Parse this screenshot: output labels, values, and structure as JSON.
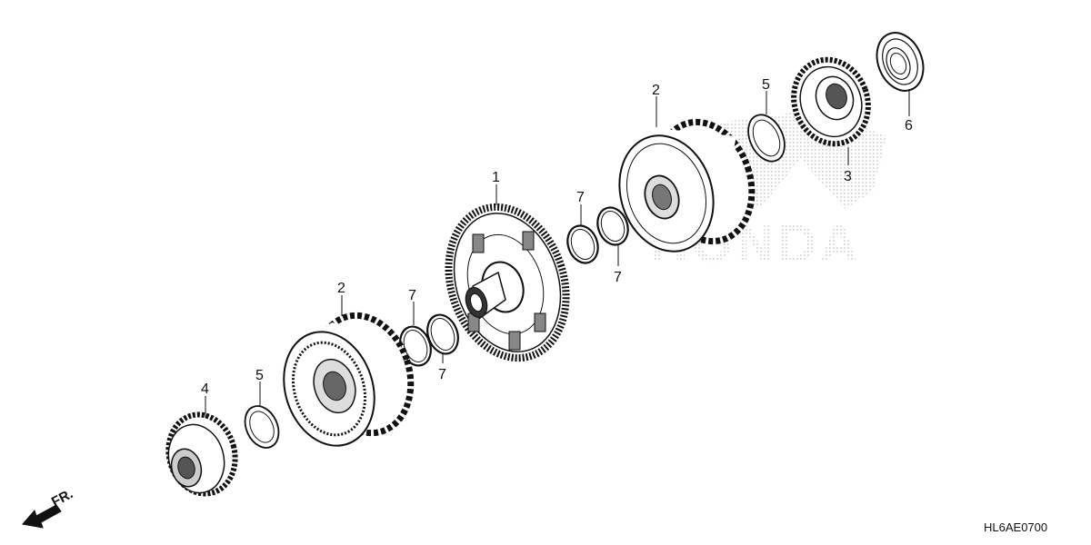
{
  "callouts": {
    "part_1": "1",
    "part_2_rear": "2",
    "part_2_front": "2",
    "part_3": "3",
    "part_4": "4",
    "part_5_rear": "5",
    "part_5_front": "5",
    "part_6": "6",
    "part_7_a": "7",
    "part_7_b": "7",
    "part_7_c": "7",
    "part_7_d": "7"
  },
  "direction_label": "FR.",
  "diagram_code": "HL6AE0700",
  "watermark_text": "HONDA",
  "colors": {
    "line": "#111111",
    "watermark": "#cfcfcf"
  }
}
